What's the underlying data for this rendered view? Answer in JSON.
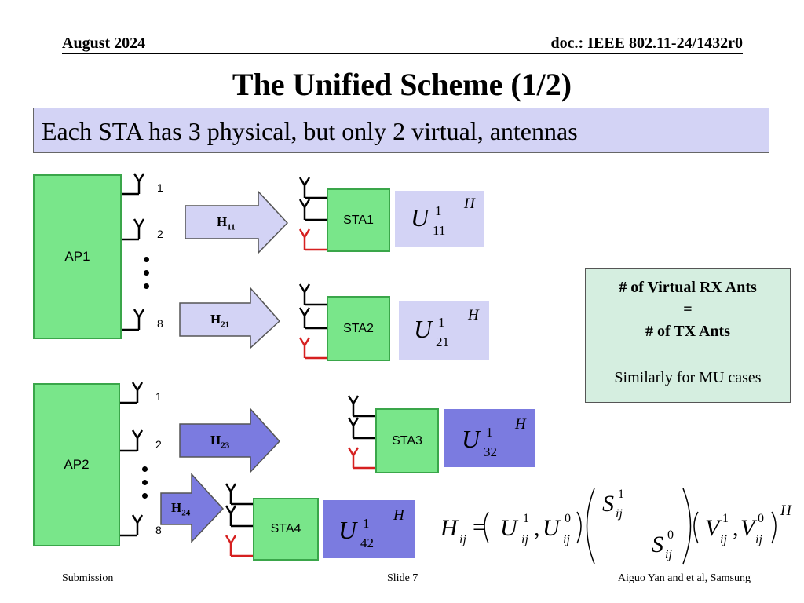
{
  "header": {
    "date": "August 2024",
    "doc": "doc.: IEEE 802.11-24/1432r0"
  },
  "title": "The Unified Scheme (1/2)",
  "banner": "Each STA has 3 physical, but only 2 virtual, antennas",
  "ap1": {
    "label": "AP1",
    "ant1": "1",
    "ant2": "2",
    "ant3": "8"
  },
  "ap2": {
    "label": "AP2",
    "ant1": "1",
    "ant2": "2",
    "ant3": "8"
  },
  "channels": {
    "h11": {
      "main": "H",
      "sub": "11"
    },
    "h21": {
      "main": "H",
      "sub": "21"
    },
    "h23": {
      "main": "H",
      "sub": "23"
    },
    "h24": {
      "main": "H",
      "sub": "24"
    }
  },
  "stations": {
    "sta1": "STA1",
    "sta2": "STA2",
    "sta3": "STA3",
    "sta4": "STA4"
  },
  "precoders": {
    "u11": {
      "base": "U",
      "sup": "1",
      "sub": "11",
      "exp": "H"
    },
    "u21": {
      "base": "U",
      "sup": "1",
      "sub": "21",
      "exp": "H"
    },
    "u32": {
      "base": "U",
      "sup": "1",
      "sub": "32",
      "exp": "H"
    },
    "u42": {
      "base": "U",
      "sup": "1",
      "sub": "42",
      "exp": "H"
    }
  },
  "note": {
    "line1": "# of Virtual RX Ants",
    "line2": "=",
    "line3": "# of TX Ants",
    "line4": "Similarly for MU cases"
  },
  "equation": {
    "lhs": "H",
    "lhs_sub": "ij",
    "eq": "=",
    "u": "U",
    "u1_sup": "1",
    "u0_sup": "0",
    "sub": "ij",
    "comma": ",",
    "s": "S",
    "s1_sup": "1",
    "s0_sup": "0",
    "v": "V",
    "v1_sup": "1",
    "v0_sup": "0",
    "exp": "H"
  },
  "footer": {
    "left": "Submission",
    "center": "Slide 7",
    "right": "Aiguo Yan and et al, Samsung"
  },
  "colors": {
    "green_fill": "#79e68a",
    "green_border": "#3aa64a",
    "light_purple": "#d3d3f5",
    "medium_purple": "#7b7be0",
    "red_antenna": "#d62020",
    "note_fill": "#d5eee0"
  }
}
